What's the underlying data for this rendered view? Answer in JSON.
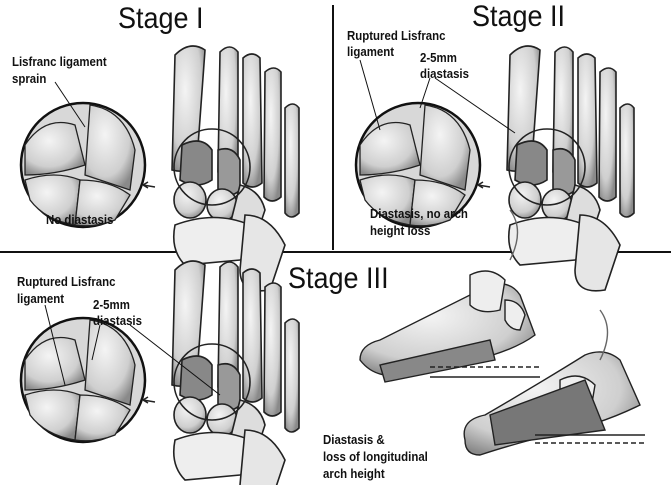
{
  "stages": [
    {
      "title": "Stage I",
      "labels": [
        "Lisfranc ligament",
        "sprain"
      ],
      "caption": [
        "No diastasis"
      ]
    },
    {
      "title": "Stage II",
      "labels": [
        "Ruptured Lisfranc",
        "ligament"
      ],
      "gap_label": [
        "2-5mm",
        "diastasis"
      ],
      "caption": [
        "Diastasis, no arch",
        "height loss"
      ]
    },
    {
      "title": "Stage III",
      "labels": [
        "Ruptured Lisfranc",
        "ligament"
      ],
      "gap_label": [
        "2-5mm",
        "diastasis"
      ],
      "caption": [
        "Diastasis &",
        "loss of longitudinal",
        "arch height"
      ]
    }
  ]
}
